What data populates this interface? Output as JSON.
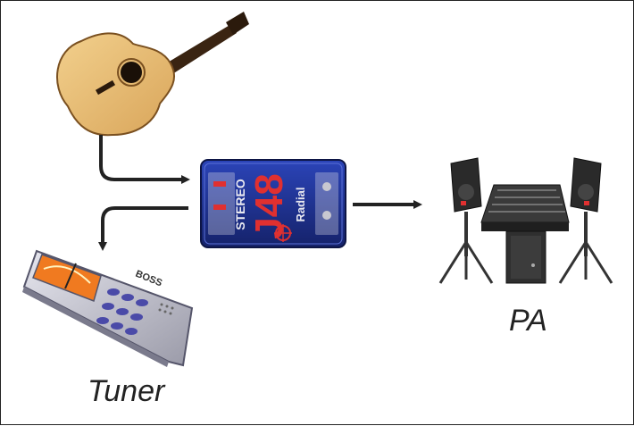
{
  "labels": {
    "tuner": "Tuner",
    "pa": "PA"
  },
  "di_box": {
    "brand": "Radial",
    "model_number": "J48",
    "model_name": "STEREO"
  },
  "tuner_device": {
    "brand": "BOSS"
  },
  "colors": {
    "arrow": "#222222",
    "di_box_blue": "#1c2f8a",
    "di_box_red": "#e03030",
    "guitar_body": "#e8c07a",
    "tuner_body": "#c8c8d0",
    "speaker": "#2a2a2a"
  },
  "icons": {
    "guitar": "acoustic-guitar-icon",
    "di_box": "direct-box-icon",
    "tuner": "tuner-device-icon",
    "pa": "pa-system-icon"
  }
}
